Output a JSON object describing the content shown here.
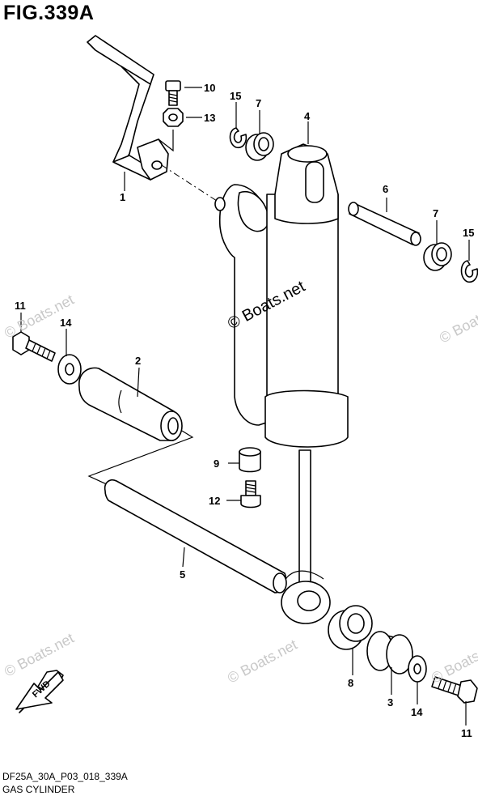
{
  "figure": {
    "title": "FIG.339A",
    "drawing_code": "DF25A_30A_P03_018_339A",
    "caption": "GAS CYLINDER"
  },
  "watermarks": {
    "main": "© Boats.net",
    "faint": "© Boats.net"
  },
  "fwd_label": "FWD",
  "callouts": {
    "part_1": "1",
    "part_2": "2",
    "part_3": "3",
    "part_4": "4",
    "part_5": "5",
    "part_6": "6",
    "part_7_upper": "7",
    "part_7_right": "7",
    "part_8": "8",
    "part_9": "9",
    "part_10": "10",
    "part_11_left": "11",
    "part_11_right": "11",
    "part_12": "12",
    "part_13": "13",
    "part_14_left": "14",
    "part_14_right": "14",
    "part_15_upper": "15",
    "part_15_right": "15"
  }
}
